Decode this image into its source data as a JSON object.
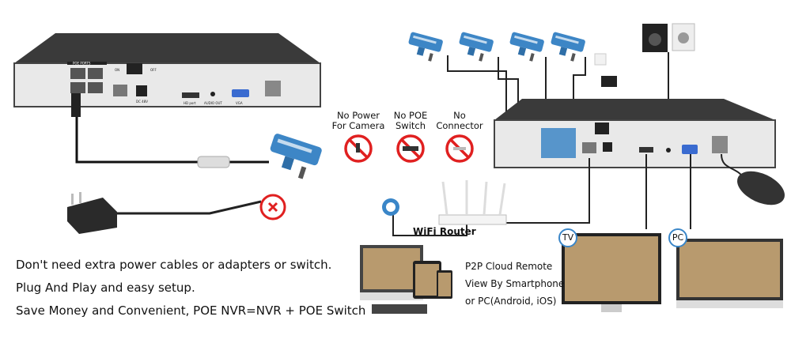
{
  "left_nvr": {
    "poe_label": "POE PORTS",
    "on_label": "ON",
    "off_label": "OFF",
    "dc_label": "DC 48V",
    "hdmi_label": "HD port",
    "audio_label": "AUDIO OUT",
    "vga_label": "VGA"
  },
  "prohibitions": [
    {
      "label_line1": "No Power",
      "label_line2": "For Camera",
      "icon": "no-power-adapter-icon"
    },
    {
      "label_line1": "No POE",
      "label_line2": "Switch",
      "icon": "no-poe-switch-icon"
    },
    {
      "label_line1": "No",
      "label_line2": "Connector",
      "icon": "no-connector-icon"
    }
  ],
  "router": {
    "label": "WiFi Router"
  },
  "p2p": {
    "line1": "P2P Cloud Remote",
    "line2": "View By Smartphone",
    "line3": "or PC(Android, iOS)"
  },
  "badges": {
    "tv": "TV",
    "pc": "PC"
  },
  "features": [
    "Don't need extra power cables or adapters or switch.",
    "Plug And Play and easy setup.",
    "Save Money and Convenient, POE NVR=NVR + POE Switch"
  ],
  "colors": {
    "camera_blue": "#3d86c6",
    "nvr_dark": "#3a3a3a",
    "nvr_face": "#e9e9e9",
    "prohibit_red": "#e02020",
    "badge_blue": "#3a86c8"
  }
}
